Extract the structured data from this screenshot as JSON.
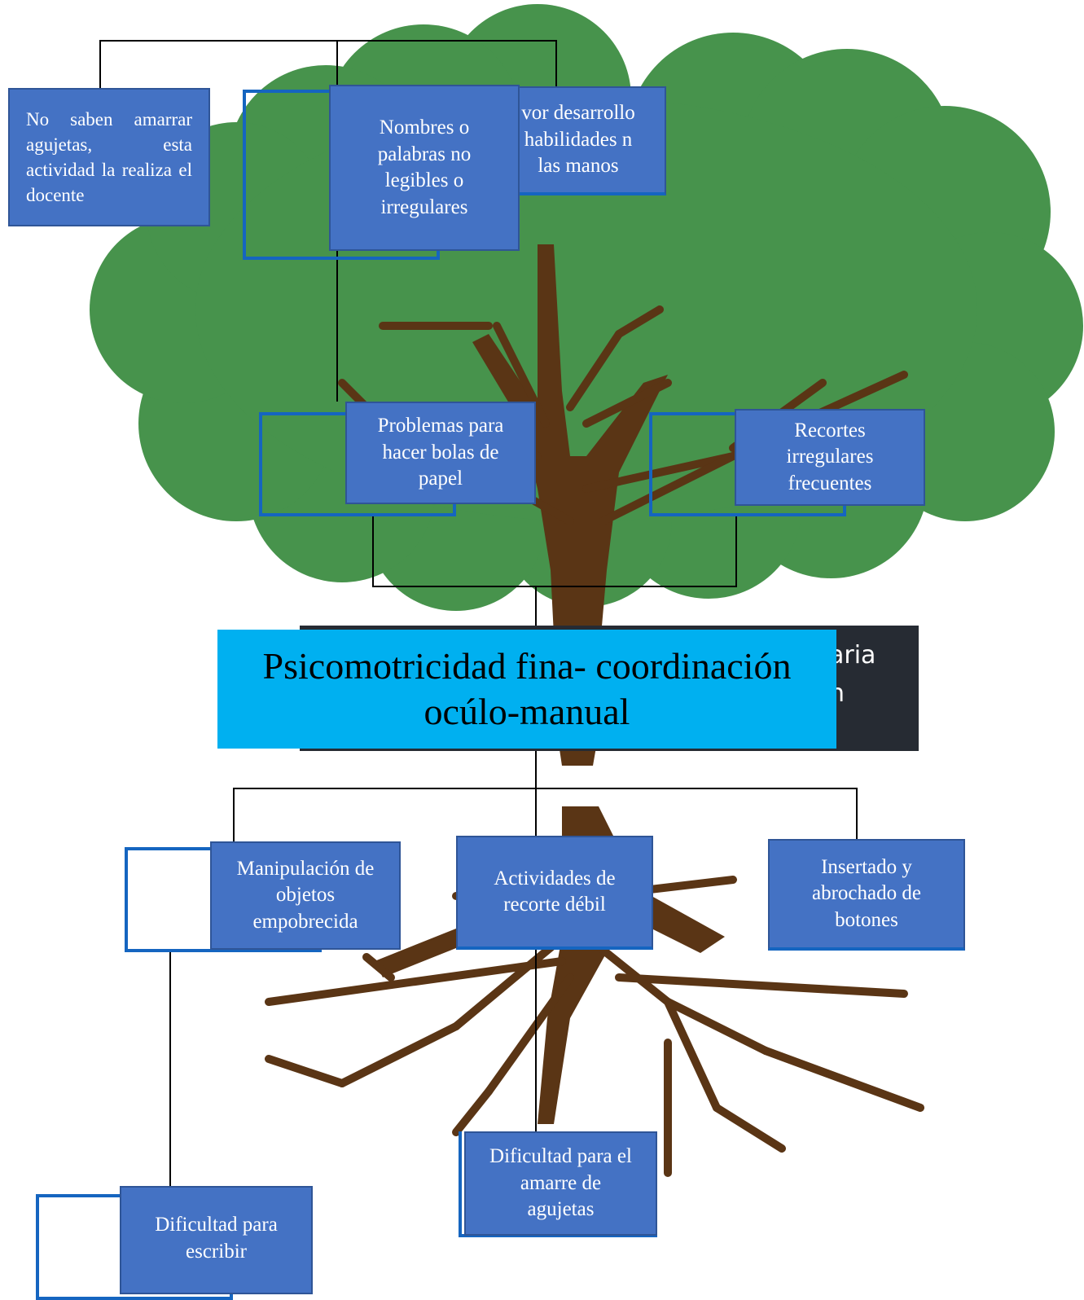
{
  "colors": {
    "canopy": "#47934C",
    "trunk": "#5A3515",
    "box_fill": "#4472C4",
    "box_border": "#2F5597",
    "frame": "#1565C0",
    "central_fill": "#00B0F0",
    "panel": "#262B33",
    "connector": "#000000"
  },
  "central": "Psicomotricidad fina- coordinación ocúlo-manual",
  "background_overlay_text": "aria\nn",
  "effects": {
    "no_saben": "No saben amarrar agujetas, esta actividad la realiza el docente",
    "nombres": "Nombres o palabras no legibles o irregulares",
    "mayor_desarrollo": "vor desarrollo habilidades n las manos",
    "problemas_bolas": "Problemas para hacer bolas de papel",
    "recortes": "Recortes irregulares frecuentes"
  },
  "causes": {
    "manipulacion": "Manipulación de objetos empobrecida",
    "actividades_recorte": "Actividades de recorte débil",
    "insertado": "Insertado y abrochado de botones",
    "dificultad_agujetas": "Dificultad para el amarre de agujetas",
    "dificultad_escribir": "Dificultad para escribir"
  }
}
